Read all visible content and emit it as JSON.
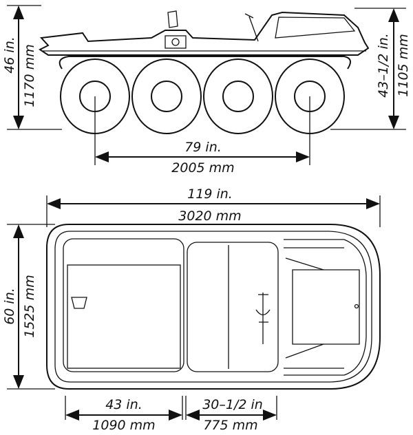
{
  "side_view": {
    "height_left_in": "46 in.",
    "height_left_mm": "1170 mm",
    "height_right_in": "43–1/2 in.",
    "height_right_mm": "1105 mm",
    "wheelbase_in": "79 in.",
    "wheelbase_mm": "2005 mm"
  },
  "top_view": {
    "length_in": "119 in.",
    "length_mm": "3020 mm",
    "width_in": "60 in.",
    "width_mm": "1525 mm",
    "rear_section_in": "43 in.",
    "rear_section_mm": "1090 mm",
    "front_section_in": "30–1/2 in",
    "front_section_mm": "775 mm"
  }
}
